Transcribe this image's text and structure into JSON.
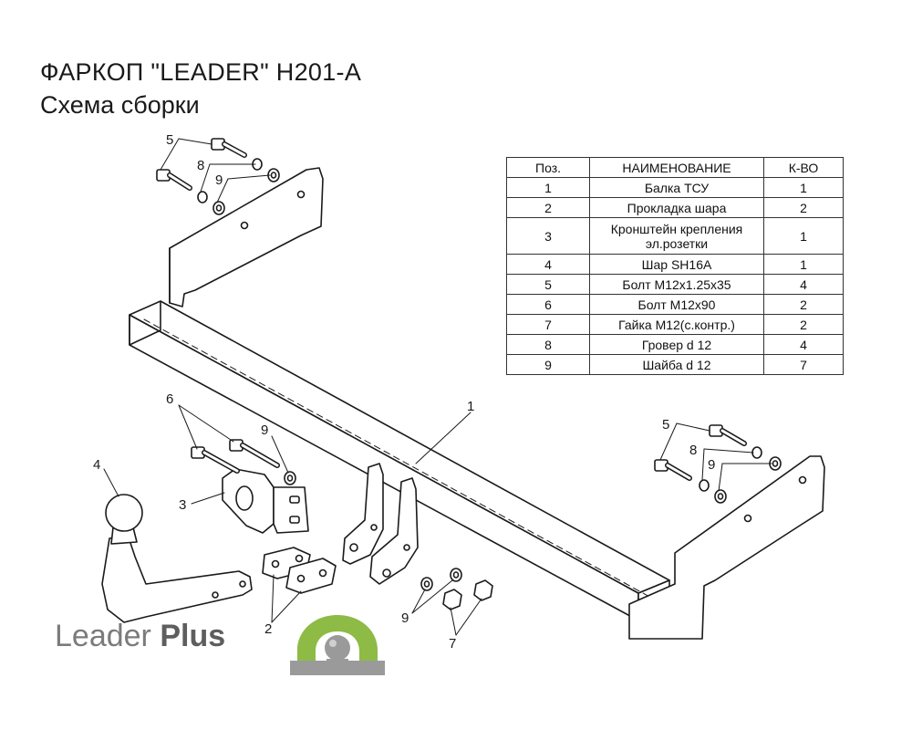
{
  "title": "ФАРКОП \"LEADER\" H201-A",
  "subtitle": "Схема сборки",
  "table": {
    "headers": [
      "Поз.",
      "НАИМЕНОВАНИЕ",
      "К-ВО"
    ],
    "rows": [
      {
        "pos": "1",
        "name": "Балка ТСУ",
        "qty": "1"
      },
      {
        "pos": "2",
        "name": "Прокладка шара",
        "qty": "2"
      },
      {
        "pos": "3",
        "name": "Кронштейн крепления",
        "name2": "эл.розетки",
        "qty": "1"
      },
      {
        "pos": "4",
        "name": "Шар SH16A",
        "qty": "1"
      },
      {
        "pos": "5",
        "name": "Болт М12х1.25х35",
        "qty": "4"
      },
      {
        "pos": "6",
        "name": "Болт М12х90",
        "qty": "2"
      },
      {
        "pos": "7",
        "name": "Гайка М12(с.контр.)",
        "qty": "2"
      },
      {
        "pos": "8",
        "name": "Гровер d 12",
        "qty": "4"
      },
      {
        "pos": "9",
        "name": "Шайба d 12",
        "qty": "7"
      }
    ]
  },
  "callouts": {
    "c5a": "5",
    "c8a": "8",
    "c9a": "9",
    "c5b": "5",
    "c8b": "8",
    "c9b": "9",
    "c1": "1",
    "c6": "6",
    "c9c": "9",
    "c4": "4",
    "c3": "3",
    "c2": "2",
    "c9d": "9",
    "c7": "7"
  },
  "brand": {
    "word1": "Leader",
    "word2": "Plus"
  },
  "colors": {
    "line": "#1a1a1a",
    "logo_green": "#8dbb45",
    "logo_gray": "#9a9a9a"
  }
}
